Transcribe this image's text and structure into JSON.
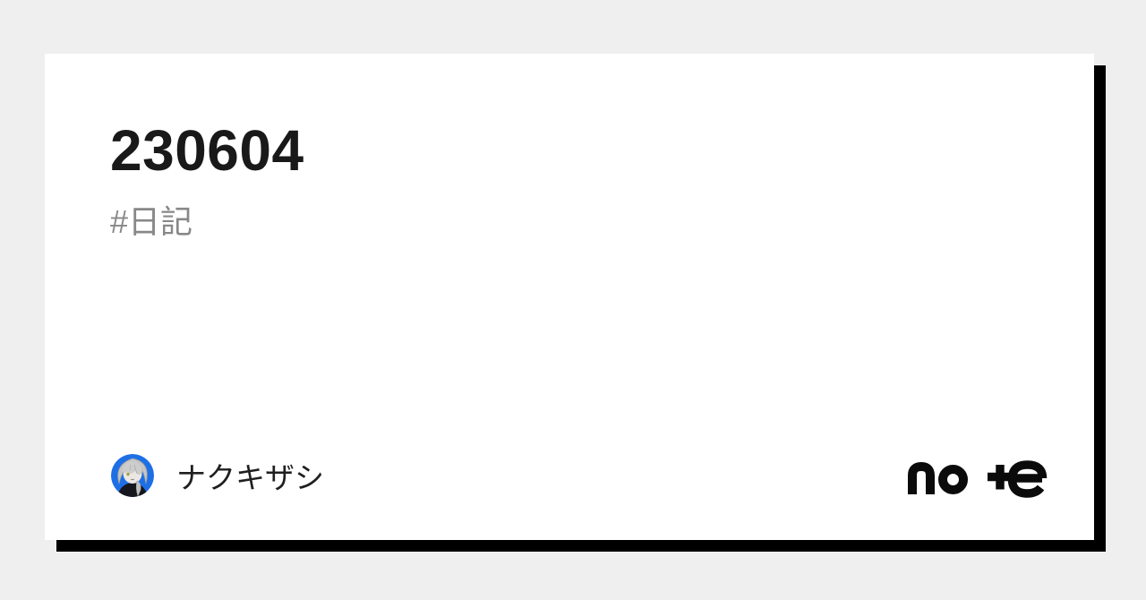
{
  "page": {
    "background_color": "#efefef",
    "card_background": "#ffffff",
    "shadow_color": "#000000"
  },
  "card": {
    "title": "230604",
    "hashtag": "#日記",
    "title_color": "#191919",
    "hashtag_color": "#888888"
  },
  "author": {
    "name": "ナクキザシ",
    "name_color": "#1f1f1f",
    "avatar_bg_color": "#1e6fe6"
  },
  "brand": {
    "logo_text": "no+e",
    "logo_label": "note logo",
    "logo_color": "#0b0b0b"
  }
}
